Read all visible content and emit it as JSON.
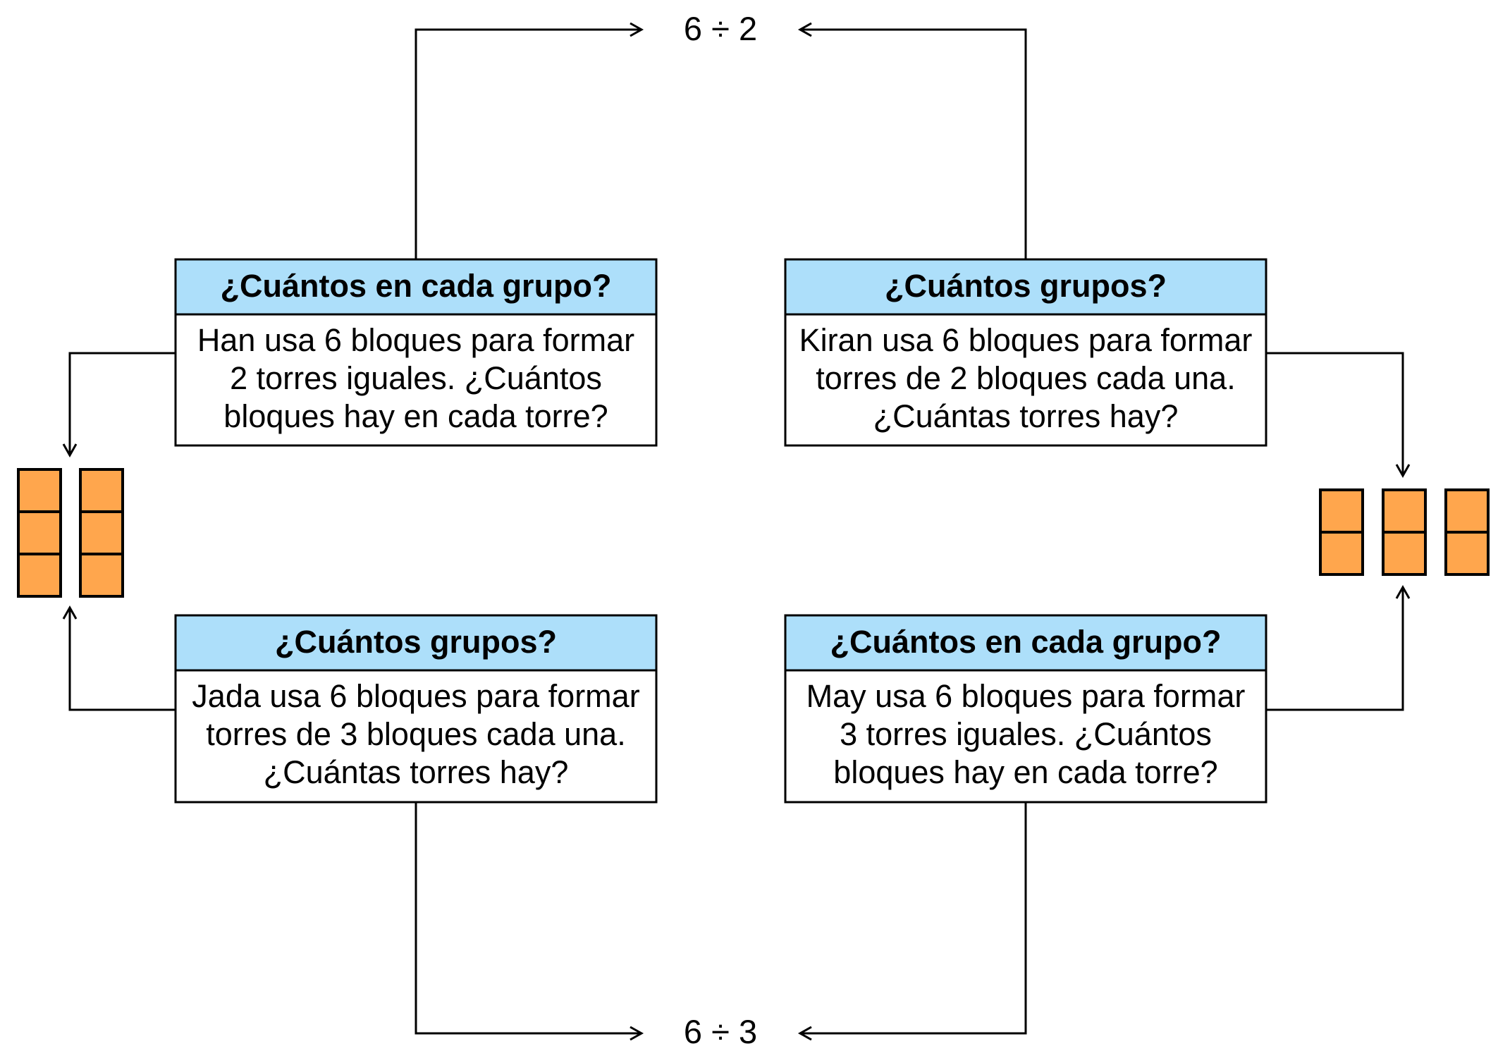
{
  "colors": {
    "header_fill": "#ADDFFA",
    "block_fill": "#FFA64D"
  },
  "expressions": {
    "top": "6 ÷ 2",
    "bottom": "6 ÷ 3"
  },
  "cards": {
    "han": {
      "header": "¿Cuántos en cada grupo?",
      "lines": [
        "Han usa 6 bloques para formar",
        "2 torres iguales. ¿Cuántos",
        "bloques hay en cada torre?"
      ]
    },
    "kiran": {
      "header": "¿Cuántos grupos?",
      "lines": [
        "Kiran usa 6 bloques para formar",
        "torres de 2 bloques cada una.",
        "¿Cuántas torres hay?"
      ]
    },
    "jada": {
      "header": "¿Cuántos grupos?",
      "lines": [
        "Jada usa 6 bloques para formar",
        "torres de 3 bloques cada una.",
        "¿Cuántas torres hay?"
      ]
    },
    "may": {
      "header": "¿Cuántos en cada grupo?",
      "lines": [
        "May usa 6 bloques para formar",
        "3 torres iguales. ¿Cuántos",
        "bloques hay en cada torre?"
      ]
    }
  },
  "towers": {
    "left": {
      "towers": 2,
      "blocks_per_tower": 3
    },
    "right": {
      "towers": 3,
      "blocks_per_tower": 2
    }
  }
}
